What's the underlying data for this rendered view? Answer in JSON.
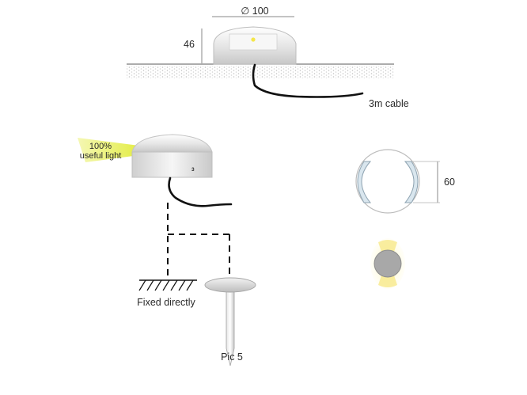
{
  "labels": {
    "diameter": "∅ 100",
    "height": "46",
    "cable": "3m cable",
    "light_line1": "100%",
    "light_line2": "useful light",
    "fixture_mark": "3",
    "side_width": "60",
    "fixed": "Fixed directly",
    "pic": "Pic 5"
  },
  "colors": {
    "light_yellow": "#e8f05a",
    "ring_fill": "#d9e6ee",
    "fixture_body": "#e9e9e9",
    "cable": "#111111",
    "led": "#f4e64a"
  }
}
